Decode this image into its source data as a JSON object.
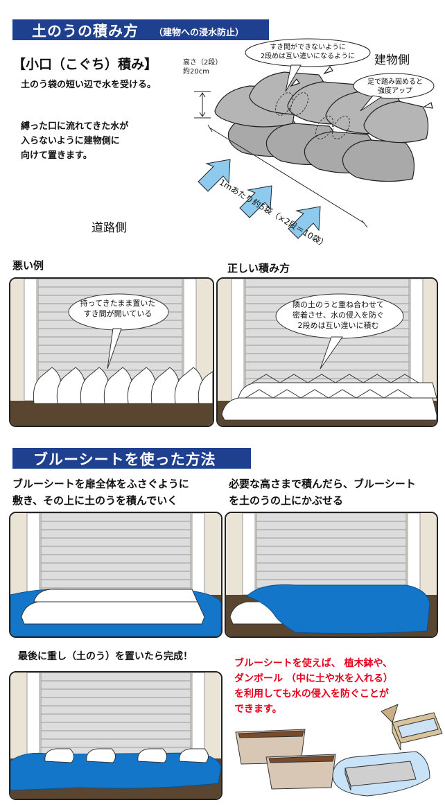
{
  "header1": {
    "title": "土のうの積み方",
    "subtitle": "（建物への浸水防止）"
  },
  "koguchi": {
    "heading": "【小口（こぐち）積み】",
    "desc1": "土のう袋の短い辺で水を受ける。",
    "desc2_lines": [
      "縛った口に流れてきた水が",
      "入らないように建物側に",
      "向けて置きます。"
    ],
    "height_label_lines": [
      "高さ（2段）",
      "約20cm"
    ],
    "building_side": "建物側",
    "road_side": "道路側",
    "bubble1_lines": [
      "すき間ができないように",
      "2段めは互い違いになるように"
    ],
    "bubble2_lines": [
      "足で踏み固めると",
      "強度アップ"
    ],
    "count_label": "1mあたり約5袋（×2段＝10袋）"
  },
  "examples": {
    "bad_label": "悪い例",
    "good_label": "正しい積み方",
    "bad_bubble_lines": [
      "持ってきたまま置いた",
      "すき間が開いている"
    ],
    "good_bubble_lines": [
      "隣の土のうと重ね合わせて",
      "密着させ、水の侵入を防ぐ",
      "2段めは互い違いに積む"
    ]
  },
  "header2": {
    "title": "ブルーシートを使った方法"
  },
  "steps": {
    "step1_lines": [
      "ブルーシートを扉全体をふさぐように",
      "敷き、その上に土のうを積んでいく"
    ],
    "step2_lines": [
      "必要な高さまで積んだら、ブルーシート",
      "を土のうの上にかぶせる"
    ],
    "step3": "最後に重し（土のう）を置いたら完成！",
    "note_lines": [
      "ブルーシートを使えば、 植木鉢や、",
      "ダンボール （中に土や水を入れる）",
      "を利用しても水の侵入を防ぐことが",
      "できます。"
    ]
  },
  "colors": {
    "banner": "#1f3f8f",
    "arrow": "#8ec9ee",
    "bag": "#a9a9a9",
    "sheet": "#1476c8",
    "note": "#e8001d",
    "floor": "#5a4630"
  }
}
